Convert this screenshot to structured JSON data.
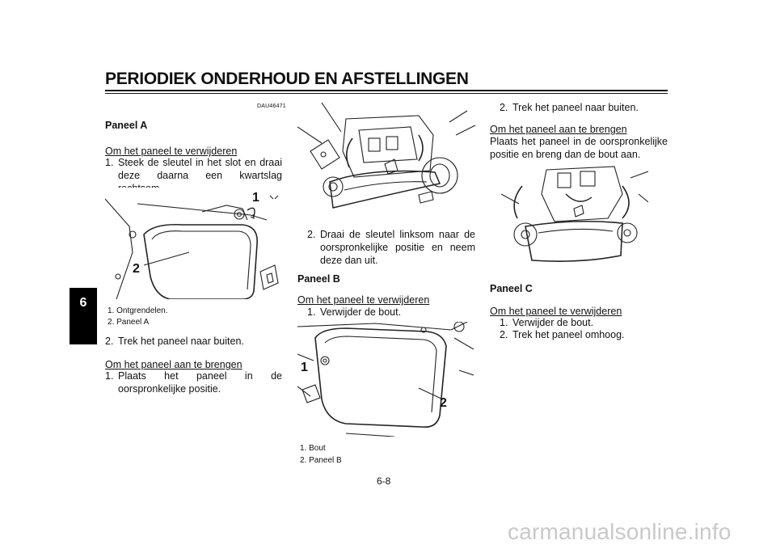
{
  "header": {
    "title": "PERIODIEK ONDERHOUD EN AFSTELLINGEN"
  },
  "chapter_tab": "6",
  "doc_code": "DAU46471",
  "col1": {
    "heading": "Paneel A",
    "remove_title": "Om het paneel te verwijderen",
    "step1_num": "1.",
    "step1": "Steek de sleutel in het slot en draai deze daarna een kwartslag rechtsom.",
    "callout1": "1",
    "callout2": "2",
    "caption1": "1. Ontgrendelen.",
    "caption2": "2. Paneel A",
    "step2_num": "2.",
    "step2": "Trek het paneel naar buiten.",
    "install_title": "Om het paneel aan te brengen",
    "install_step_num": "1.",
    "install_step": "Plaats het paneel in de oorspronkelijke positie."
  },
  "col2": {
    "step2_num": "2.",
    "step2": "Draai de sleutel linksom naar de oorspronkelijke positie en neem deze dan uit.",
    "heading": "Paneel B",
    "remove_title": "Om het paneel te verwijderen",
    "step1_num": "1.",
    "step1": "Verwijder de bout.",
    "callout1": "1",
    "callout2": "2",
    "caption1": "1. Bout",
    "caption2": "2. Paneel B"
  },
  "col3": {
    "step2_num": "2.",
    "step2": "Trek het paneel naar buiten.",
    "install_title": "Om het paneel aan te brengen",
    "install_text": "Plaats het paneel in de oorspronkelijke positie en breng dan de bout aan.",
    "heading": "Paneel C",
    "remove_title": "Om het paneel te verwijderen",
    "step1_num": "1.",
    "step1": "Verwijder de bout.",
    "step2b_num": "2.",
    "step2b": "Trek het paneel omhoog."
  },
  "footer": {
    "page_number": "6-8",
    "watermark": "carmanualsonline.info"
  }
}
